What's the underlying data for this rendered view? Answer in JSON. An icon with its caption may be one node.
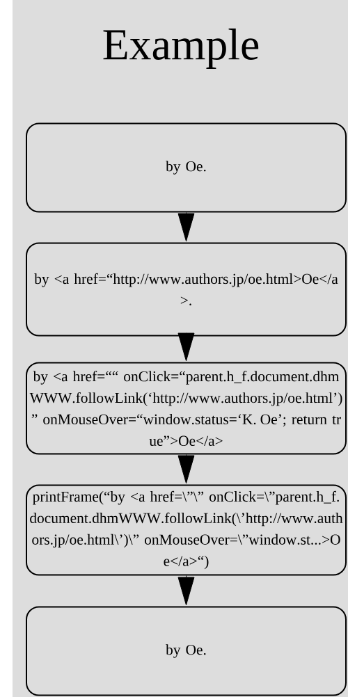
{
  "diagram": {
    "title": "Example",
    "nodes": [
      {
        "text": [
          "by Oe."
        ]
      },
      {
        "text": [
          "by <a href=“http://www.authors.jp/oe.html>Oe</a>."
        ]
      },
      {
        "text": [
          "by <a href=““ onClick=“parent.h_f.document.dhmWWW.followLink(‘http://www.authors.jp/oe.html’)” onMouseOver=“window.status=‘K. Oe’; return true”>Oe</a>"
        ]
      },
      {
        "text": [
          "printFrame(“by <a href=\\”\\” onClick=\\”parent.h_f.document.dhmWWW.followLink(\\’http://www.authors.jp/oe.html\\’)\\” onMouseOver=\\”window.st...>Oe</a>“)"
        ]
      },
      {
        "text": [
          "by Oe."
        ]
      }
    ],
    "edges": [
      {
        "from": 0,
        "to": 1,
        "arrow": "to"
      },
      {
        "from": 1,
        "to": 2,
        "arrow": "to"
      },
      {
        "from": 2,
        "to": 3,
        "arrow": "to"
      },
      {
        "from": 3,
        "to": 4,
        "arrow": "to"
      }
    ]
  }
}
